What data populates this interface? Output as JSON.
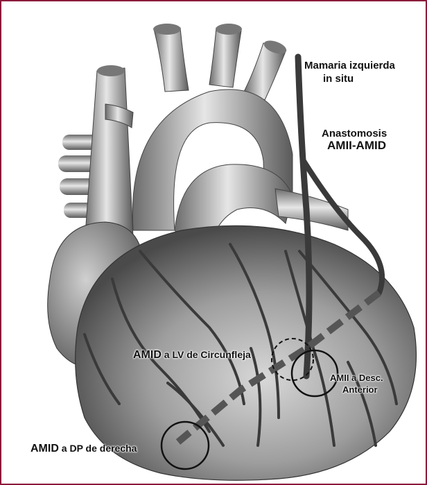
{
  "labels": {
    "mamaria_line1": "Mamaria izquierda",
    "mamaria_line2": "in situ",
    "anastomosis_line1": "Anastomosis",
    "anastomosis_line2": "AMII-AMID",
    "amid_lv_prefix": "AMID",
    "amid_lv_suffix": " a LV de Circunfleja",
    "amii_desc_line1": "AMII a Desc.",
    "amii_desc_line2": "Anterior",
    "amid_dp_prefix": "AMID",
    "amid_dp_suffix": " a DP de derecha"
  },
  "colors": {
    "frame_border": "#8b1a3a",
    "vessel": "#3a3a3a",
    "heart_shading": "#8a8a8a"
  }
}
